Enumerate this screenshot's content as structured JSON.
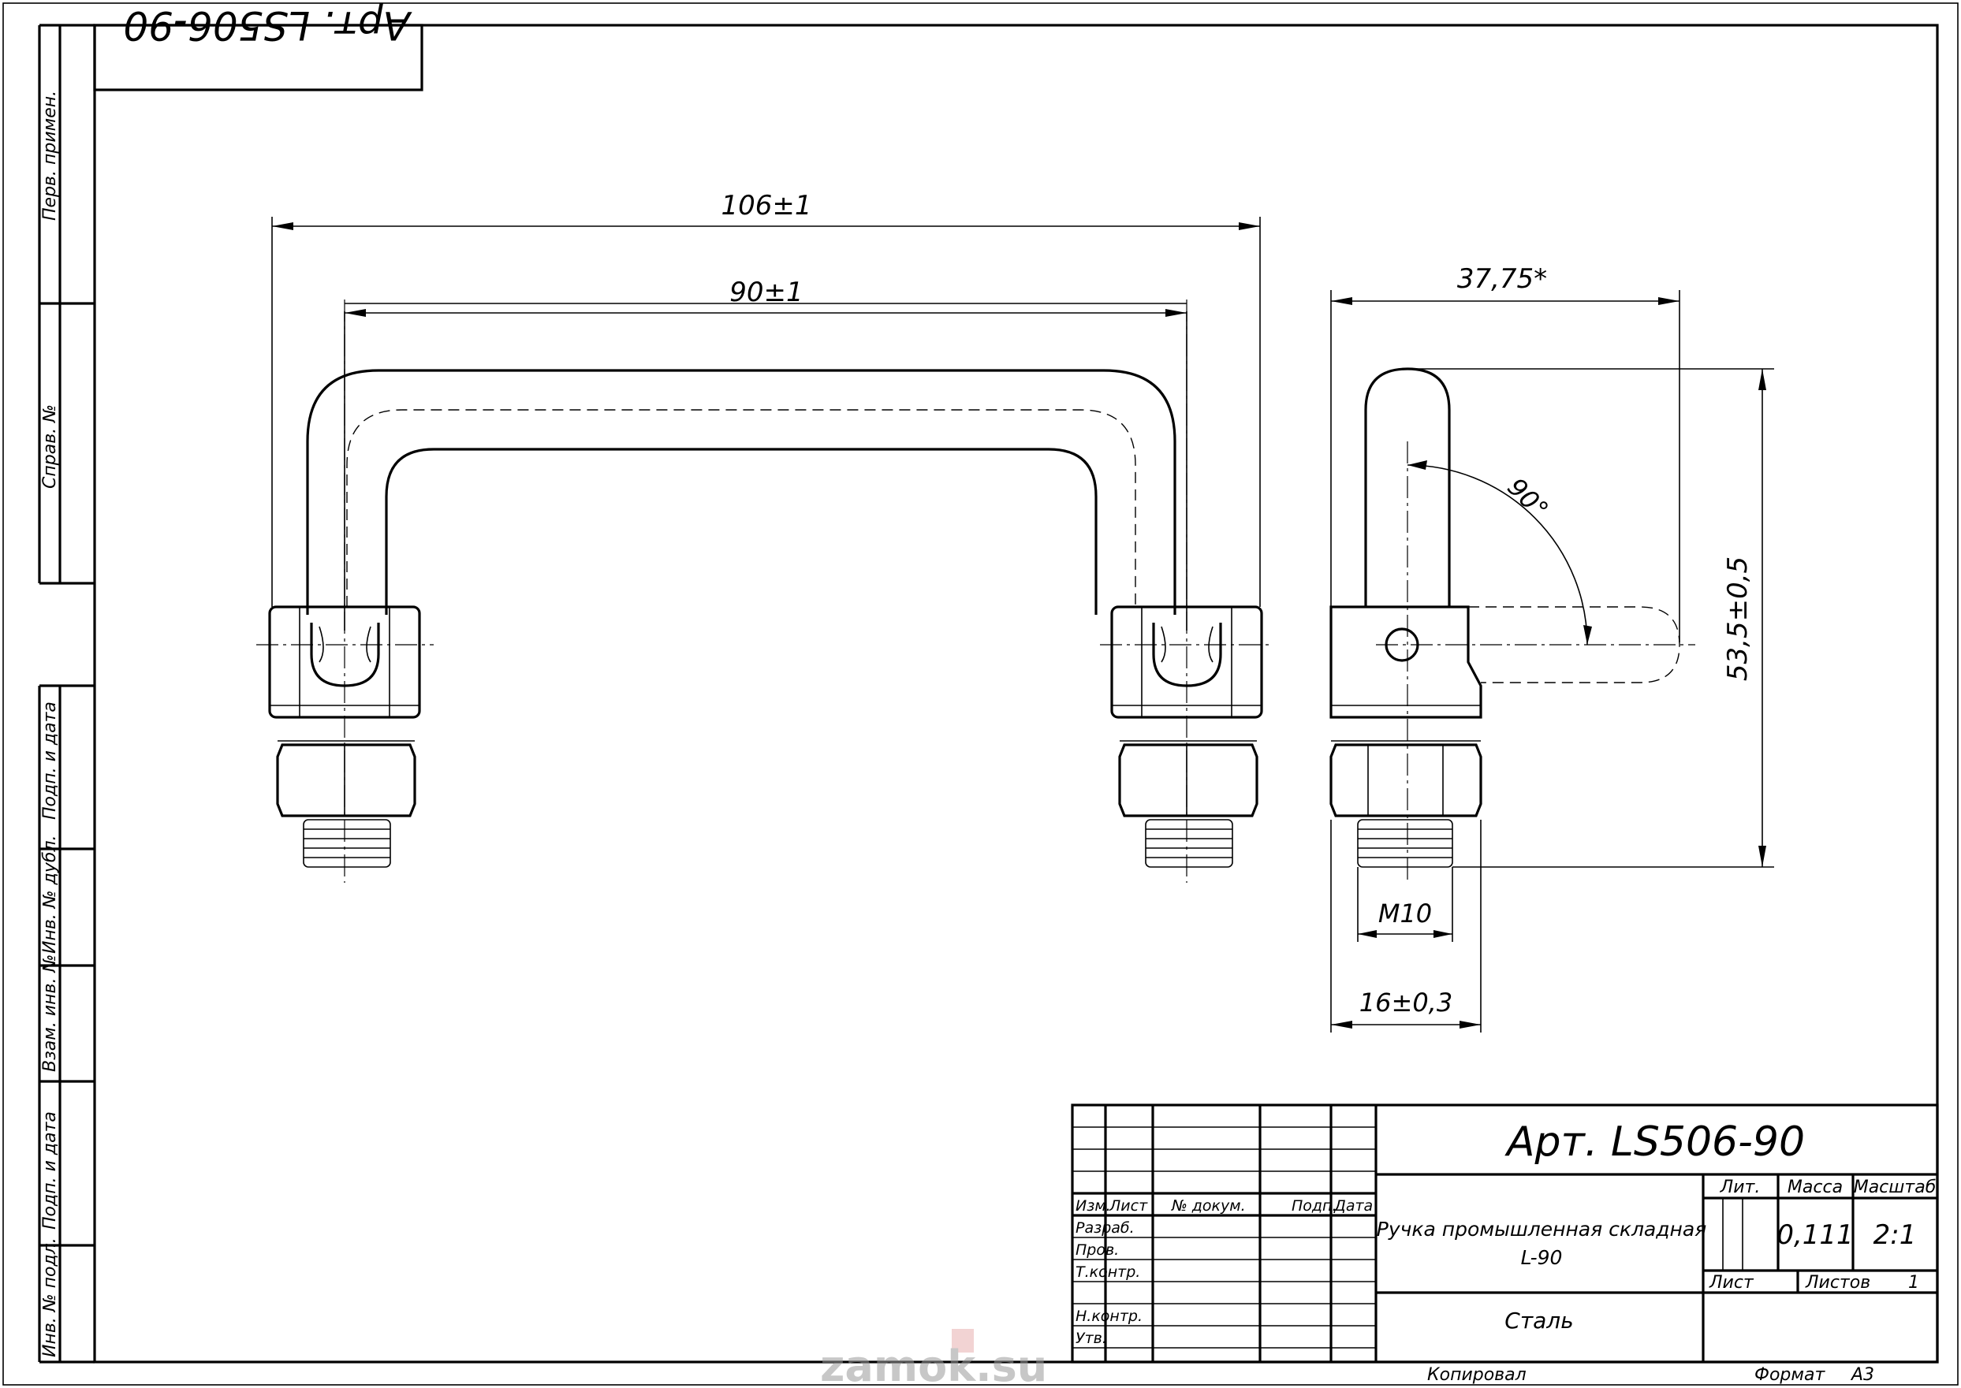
{
  "article_code": "Арт. LS506-90",
  "article_code_rotated": "Арт. LS506-90",
  "dimensions": {
    "overall_width": "106±1",
    "inner_width": "90±1",
    "side_depth": "37,75*",
    "height": "53,5±0,5",
    "angle": "90°",
    "thread": "M10",
    "base_width": "16±0,3"
  },
  "left_margin_labels": {
    "perv_primen": "Перв. примен.",
    "sprav": "Справ. №",
    "podp_data_1": "Подп. и дата",
    "inv_dubl": "Инв. № дубл.",
    "vzam_inv": "Взам. инв. №",
    "podp_data_2": "Подп. и дата",
    "inv_podl": "Инв. № подл."
  },
  "title_block": {
    "article": "Арт. LS506-90",
    "name_line1": "Ручка промышленная складная",
    "name_line2": "L-90",
    "material": "Сталь",
    "lit_label": "Лит.",
    "massa_label": "Масса",
    "masshtab_label": "Масштаб",
    "massa_value": "0,111",
    "masshtab_value": "2:1",
    "list_label": "Лист",
    "listov_label": "Листов",
    "listov_value": "1",
    "col_izm": "Изм.",
    "col_list": "Лист",
    "col_doc": "№ докум.",
    "col_podp": "Подп.",
    "col_data": "Дата",
    "row_razrab": "Разраб.",
    "row_prov": "Пров.",
    "row_tkontr": "Т.контр.",
    "row_nkontr": "Н.контр.",
    "row_utv": "Утв.",
    "kopiroval": "Копировал",
    "format_label": "Формат",
    "format_value": "А3"
  },
  "watermark": "zamok.su"
}
